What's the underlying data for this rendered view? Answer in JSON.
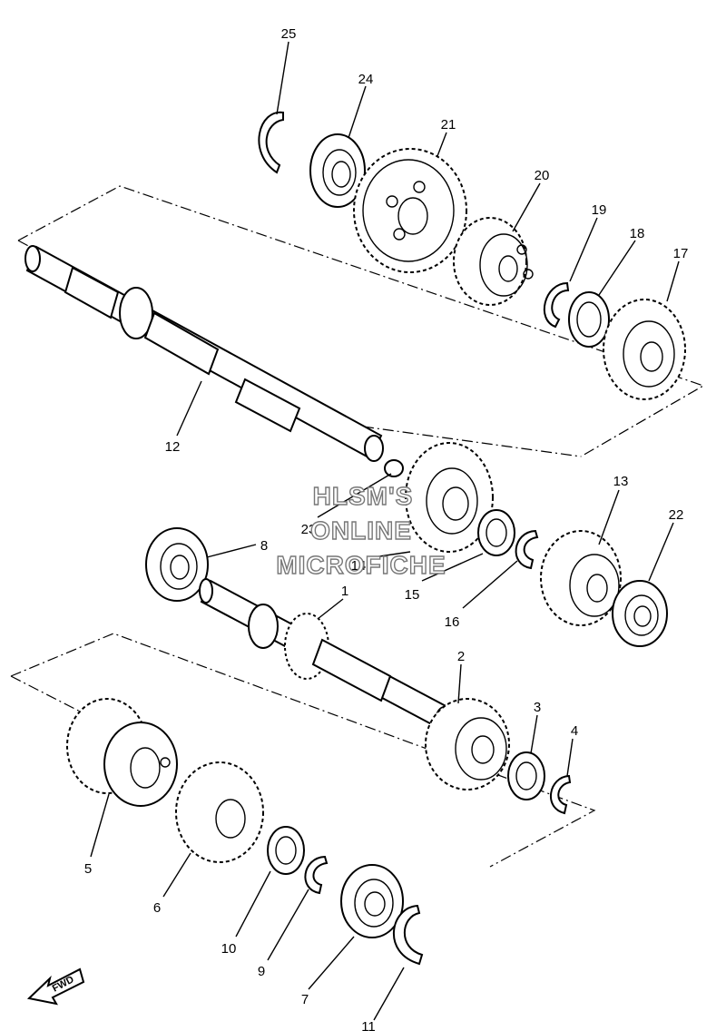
{
  "watermark": {
    "line1": "HLSM'S",
    "line2": "ONLINE",
    "line3": "MICROFICHE"
  },
  "fwd_badge": "FWD",
  "callouts": {
    "c1": "1",
    "c2": "2",
    "c3": "3",
    "c4": "4",
    "c5": "5",
    "c6": "6",
    "c7": "7",
    "c8": "8",
    "c9": "9",
    "c10": "10",
    "c11": "11",
    "c12": "12",
    "c13": "13",
    "c14": "14",
    "c15": "15",
    "c16": "16",
    "c17": "17",
    "c18": "18",
    "c19": "19",
    "c20": "20",
    "c21": "21",
    "c22": "22",
    "c23": "23",
    "c24": "24",
    "c25": "25"
  }
}
